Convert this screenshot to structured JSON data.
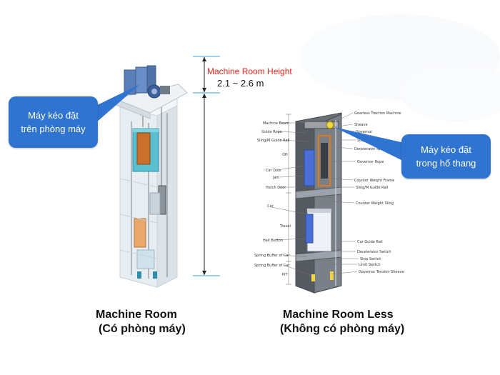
{
  "callouts": {
    "left": {
      "line1": "Máy kéo đặt",
      "line2": "trên phòng máy"
    },
    "right": {
      "line1": "Máy kéo đặt",
      "line2": "trong hố thang"
    }
  },
  "machine_room_height": {
    "label": "Machine Room Height",
    "value": "2.1 ~ 2.6 m"
  },
  "captions": {
    "left": {
      "line1": "Machine Room",
      "line2": "(Có phòng máy)"
    },
    "right": {
      "line1": "Machine Room Less",
      "line2": "(Không có phòng máy)"
    }
  },
  "mrl_labels": {
    "left": [
      "Machine Beam",
      "Guide Rope",
      "Sling/M Guide Rail",
      "Car Door",
      "Jam",
      "Hatch Door",
      "Car",
      "Hall Button",
      "Spring Buffer of Car",
      "Spring Buffer of Car"
    ],
    "right": [
      "Gearless Traction Machine",
      "Sheave",
      "Governor",
      "Stop Switch",
      "Decelerator Switch",
      "Governor Rope",
      "Counter Weight Frame",
      "Sling/M Guide Rail",
      "Counter Weight Sling",
      "Car Guide Rail",
      "Decelerator Switch",
      "Stop Switch",
      "Limit Switch",
      "Governor Tension Sheave"
    ],
    "dimension": [
      "Travel",
      "OH",
      "PIT"
    ]
  },
  "colors": {
    "callout_bg": "#2f74d0",
    "height_label": "#e1251b",
    "dimension_line": "#3aa0d8",
    "shaft_dark": "#5a5f66",
    "car_blue": "#4a6fd6",
    "counterweight_orange": "#e07a1f"
  }
}
